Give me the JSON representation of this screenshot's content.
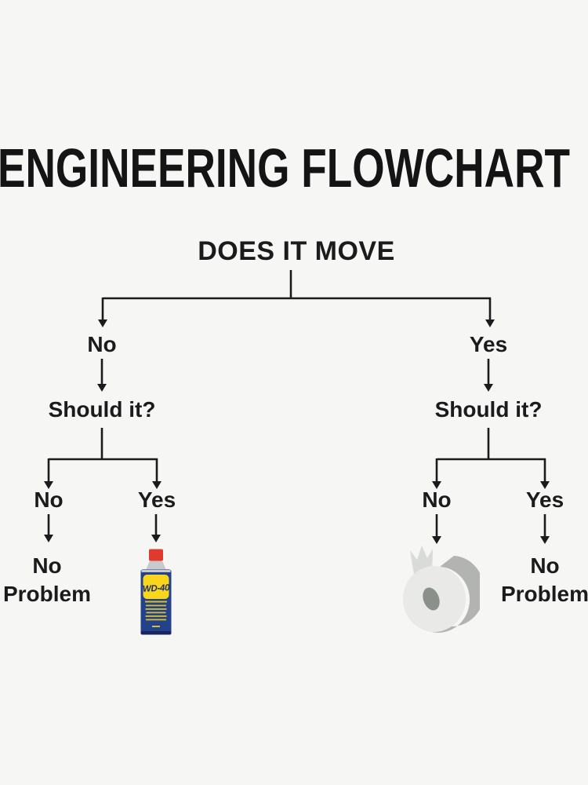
{
  "colors": {
    "page_bg": "#f6f6f4",
    "ink": "#1b1b1b",
    "can_cap_red": "#e03a2f",
    "can_metal": "#c7c9cb",
    "can_body_blue": "#24418c",
    "can_body_dark": "#17265c",
    "can_shield_yellow": "#f9d51c",
    "can_text_navy": "#1c2f6e",
    "tape_front": "#e9eae7",
    "tape_side": "#b2b4b1",
    "tape_hole": "#8c908a",
    "tape_flap": "#d9dbd8"
  },
  "title": {
    "text": "ENGINEERING FLOWCHART"
  },
  "root": {
    "question": "DOES IT MOVE"
  },
  "left": {
    "answer": "No",
    "question": "Should it?",
    "no_label": "No",
    "yes_label": "Yes",
    "no_outcome": {
      "line1": "No",
      "line2": "Problem"
    },
    "yes_outcome": {
      "icon": "wd40-spray-can",
      "brand": "WD-40"
    }
  },
  "right": {
    "answer": "Yes",
    "question": "Should it?",
    "no_label": "No",
    "yes_label": "Yes",
    "no_outcome": {
      "icon": "duct-tape-roll"
    },
    "yes_outcome": {
      "line1": "No",
      "line2": "Problem"
    }
  }
}
